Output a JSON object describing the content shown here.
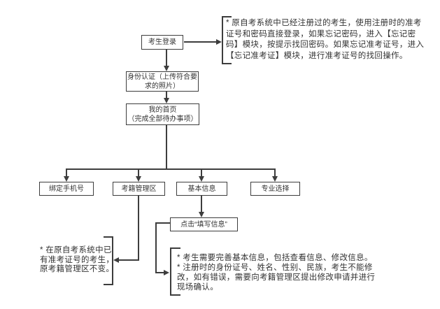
{
  "colors": {
    "line": "#3d3d3d",
    "text": "#333333",
    "bg": "#ffffff"
  },
  "nodes": {
    "login": "考生登录",
    "identity": "身份认证（上传符合要\n求的照片）",
    "homepage": "我的首页\n（完成全部待办事项）",
    "bind_phone": "绑定手机号",
    "exam_registry": "考籍管理区",
    "basic_info": "基本信息",
    "major_select": "专业选择",
    "fill_info": "点击“填写信息”"
  },
  "notes": {
    "login_note": "* 原自考系统中已经注册过的考生，使用注册时的准考\n证号和密码直接登录，如果忘记密码，进入【忘记密\n码】模块，按提示找回密码。如果忘记准考证号，进入\n【忘记准考证】模块，进行准考证号的找回操作。",
    "registry_note": "* 在原自考系统中已\n有准考证号的考生，\n原考籍管理区不变。",
    "info_note": "* 考生需要完善基本信息，包括查看信息、修改信息。\n* 注册时的身份证号、姓名、性别、民族，考生不能修\n改，如有错误，需要向考籍管理区提出修改申请并进行\n现场确认。"
  }
}
